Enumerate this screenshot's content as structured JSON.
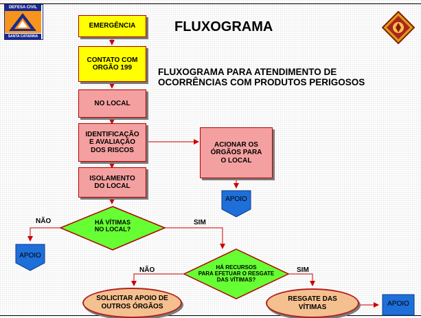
{
  "logo": {
    "top_text": "DEFESA CIVIL",
    "bottom_text": "SANTA CATARINA"
  },
  "title": "FLUXOGRAMA",
  "subtitle": "FLUXOGRAMA  PARA ATENDIMENTO DE\nOCORRÊNCIAS COM PRODUTOS PERIGOSOS",
  "boxes": {
    "emergencia": "EMERGÊNCIA",
    "contato": "CONTATO COM\nORGÃO 199",
    "no_local": "NO LOCAL",
    "identificacao": "IDENTIFICAÇÃO\nE AVALIAÇÃO\nDOS RISCOS",
    "acionar": "ACIONAR OS\nÓRGÃOS PARA\nO LOCAL",
    "isolamento": "ISOLAMENTO\nDO LOCAL"
  },
  "decisions": {
    "vitimas": "HÁ VÍTIMAS\nNO LOCAL?",
    "recursos": "HÁ RECURSOS\nPARA EFETUAR O RESGATE\nDAS VÍTIMAS?"
  },
  "branch_labels": {
    "nao_1": "NÃO",
    "sim_1": "SIM",
    "nao_2": "NÃO",
    "sim_2": "SIM"
  },
  "terminals": {
    "solicitar": "SOLICITAR APOIO DE\nOUTROS ÓRGÃOS",
    "resgate": "RESGATE DAS\nVÍTIMAS"
  },
  "apoio_label": "APOIO",
  "colors": {
    "yellow_box": "#ffff00",
    "pink_box": "#f4a0a0",
    "diamond": "#66ff33",
    "oval": "#f5c08f",
    "apoio": "#1e6fd9",
    "connector": "#cc0000"
  }
}
